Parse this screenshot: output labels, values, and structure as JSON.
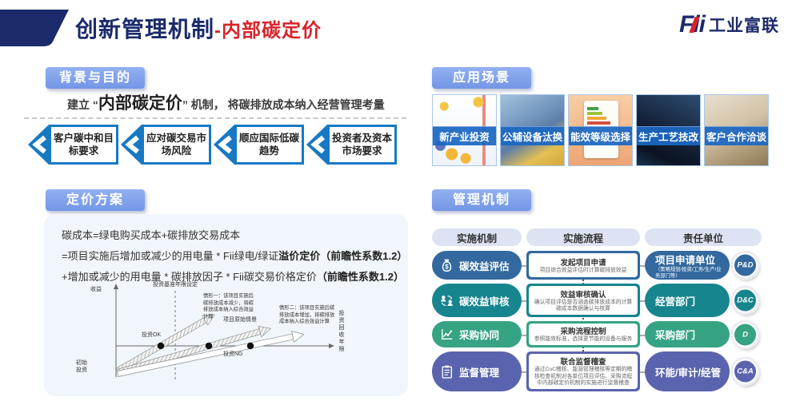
{
  "header": {
    "title_main": "创新管理机制",
    "title_accent": "-内部碳定价",
    "logo_mark": "Fii",
    "logo_name": "工业富联"
  },
  "sections": {
    "background": "背景与目的",
    "pricing": "定价方案",
    "application": "应用场景",
    "management": "管理机制"
  },
  "background": {
    "statement_prefix": "建立 “",
    "statement_highlight": "内部碳定价",
    "statement_suffix": "” 机制， 将碳排放成本纳入经营管理考量",
    "chevrons": [
      {
        "label": "客户碳中和目标要求"
      },
      {
        "label": "应对碳交易市场风险"
      },
      {
        "label": "顺应国际低碳趋势"
      },
      {
        "label": "投资者及资本市场要求"
      }
    ]
  },
  "pricing": {
    "line1": "碳成本=绿电购买成本+碳排放交易成本",
    "line2_prefix": "=项目实施后增加或减少的用电量 * Fii绿电/绿证",
    "line2_bold": "溢价定价",
    "line2_suffix": "（前瞻性系数1.2）",
    "line3_prefix": "+增加或减少的用电量 * 碳排放因子 * Fii碳交易价格定价",
    "line3_bold": "（前瞻性系数1.2）",
    "chart": {
      "y_axis_label": "收益",
      "x_axis_label": "投资回收年限",
      "baseline_label": "投资基准年限设定",
      "case1_note": "情形一：该项目实施后碳排放成本减少，将碳排放成本纳入综合效益计算",
      "case2_note": "情形二：该项目实施后碳排放成本增加，将碳排放成本纳入综合效益计算",
      "original_label": "项目原始情景",
      "invest_ok": "投资OK",
      "invest_ng": "投资NG",
      "initial_label": "初始投资"
    }
  },
  "application": {
    "tiles": [
      {
        "label": "新产业投资"
      },
      {
        "label": "公辅设备汰换"
      },
      {
        "label": "能效等级选择"
      },
      {
        "label": "生产工艺技改"
      },
      {
        "label": "客户合作洽谈"
      }
    ]
  },
  "management": {
    "col_headers": [
      "实施机制",
      "实施流程",
      "责任单位"
    ],
    "rows": [
      {
        "mechanism": "碳效益评估",
        "icon": "money-bag-icon",
        "process_title": "发起项目申请",
        "process_desc": "项目综合效益评估时计算碳排放效益",
        "owner": "项目申请单位",
        "owner_sub": "（策略规划/投资/工务/生产/业务部门等）",
        "badge": "P&D",
        "color": "#33699f"
      },
      {
        "mechanism": "碳效益审核",
        "icon": "people-exchange-icon",
        "process_title": "效益审核确认",
        "process_desc": "确认项目评估是否涵盖碳排放成本的计算 碳成本数据确认与核算",
        "owner": "经营部门",
        "owner_sub": "",
        "badge": "D&C",
        "color": "#17858e"
      },
      {
        "mechanism": "采购协同",
        "icon": "line-chart-icon",
        "process_title": "采购流程控制",
        "process_desc": "参照能效标准，选择更节能的设备与服务",
        "owner": "采购部门",
        "owner_sub": "",
        "badge": "D",
        "color": "#35a384"
      },
      {
        "mechanism": "监督管理",
        "icon": "clipboard-icon",
        "process_title": "联合监督稽查",
        "process_desc": "通过CoC稽核、能源管理稽核等定期的稽核检查机制对各单位项目评估、采购流程中内部碳定价机制的实施进行监督稽查",
        "owner": "环能/审计/经管",
        "owner_sub": "",
        "badge": "C&A",
        "color": "#5a64ae"
      }
    ]
  },
  "colors": {
    "navy": "#1b2a6b",
    "accent_red": "#d8232a",
    "pill_blue": "#7fa2eb",
    "chevron_blue": "#1779c4",
    "tile_band_blue": "#1b67c2"
  }
}
